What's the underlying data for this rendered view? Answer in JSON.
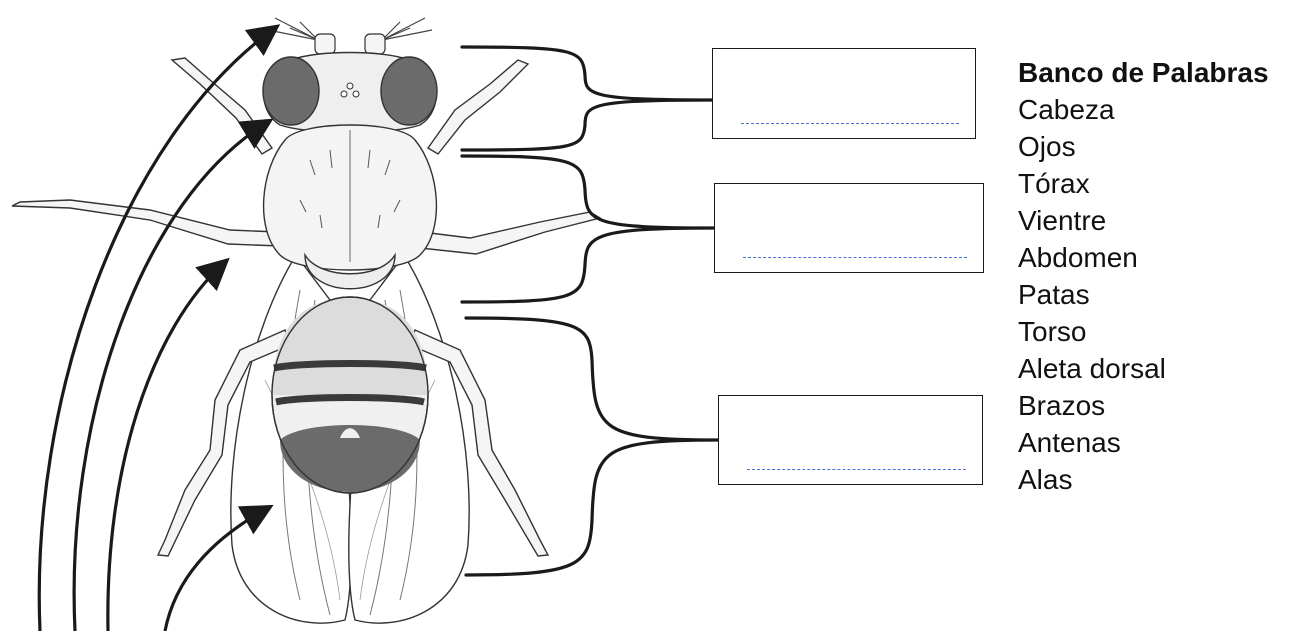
{
  "word_bank": {
    "title": "Banco de Palabras",
    "words": [
      "Cabeza",
      "Ojos",
      "Tórax",
      "Vientre",
      "Abdomen",
      "Patas",
      "Torso",
      "Aleta dorsal",
      "Brazos",
      "Antenas",
      "Alas"
    ]
  },
  "answer_boxes": {
    "head": "",
    "thorax": "",
    "abdomen": ""
  },
  "colors": {
    "line": "#1a1a1a",
    "fly_body": "#f2f2f2",
    "fly_dark": "#6b6b6b",
    "dashed_line": "#4a6fd8"
  },
  "icons": [
    "fly-illustration-icon"
  ]
}
